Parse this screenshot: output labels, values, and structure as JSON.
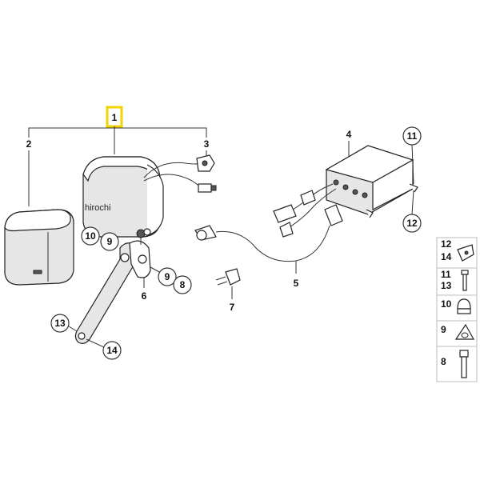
{
  "watermark": "hirochi",
  "callouts": {
    "c1": "1",
    "c2": "2",
    "c3": "3",
    "c4": "4",
    "c5": "5",
    "c6": "6",
    "c7": "7",
    "c8": "8",
    "c9": "9",
    "c10": "10",
    "c11": "11",
    "c12": "12",
    "c13": "13",
    "c14": "14"
  },
  "legend": [
    {
      "label_a": "12",
      "label_b": "14",
      "icon": "clip-nut-icon"
    },
    {
      "label_a": "11",
      "label_b": "13",
      "icon": "screw-icon"
    },
    {
      "label_a": "10",
      "icon": "cap-nut-icon"
    },
    {
      "label_a": "9",
      "icon": "washer-icon"
    },
    {
      "label_a": "8",
      "icon": "bolt-icon"
    }
  ],
  "colors": {
    "highlight": "#f2d500",
    "line": "#333333",
    "part_fill": "#e6e6e6"
  }
}
